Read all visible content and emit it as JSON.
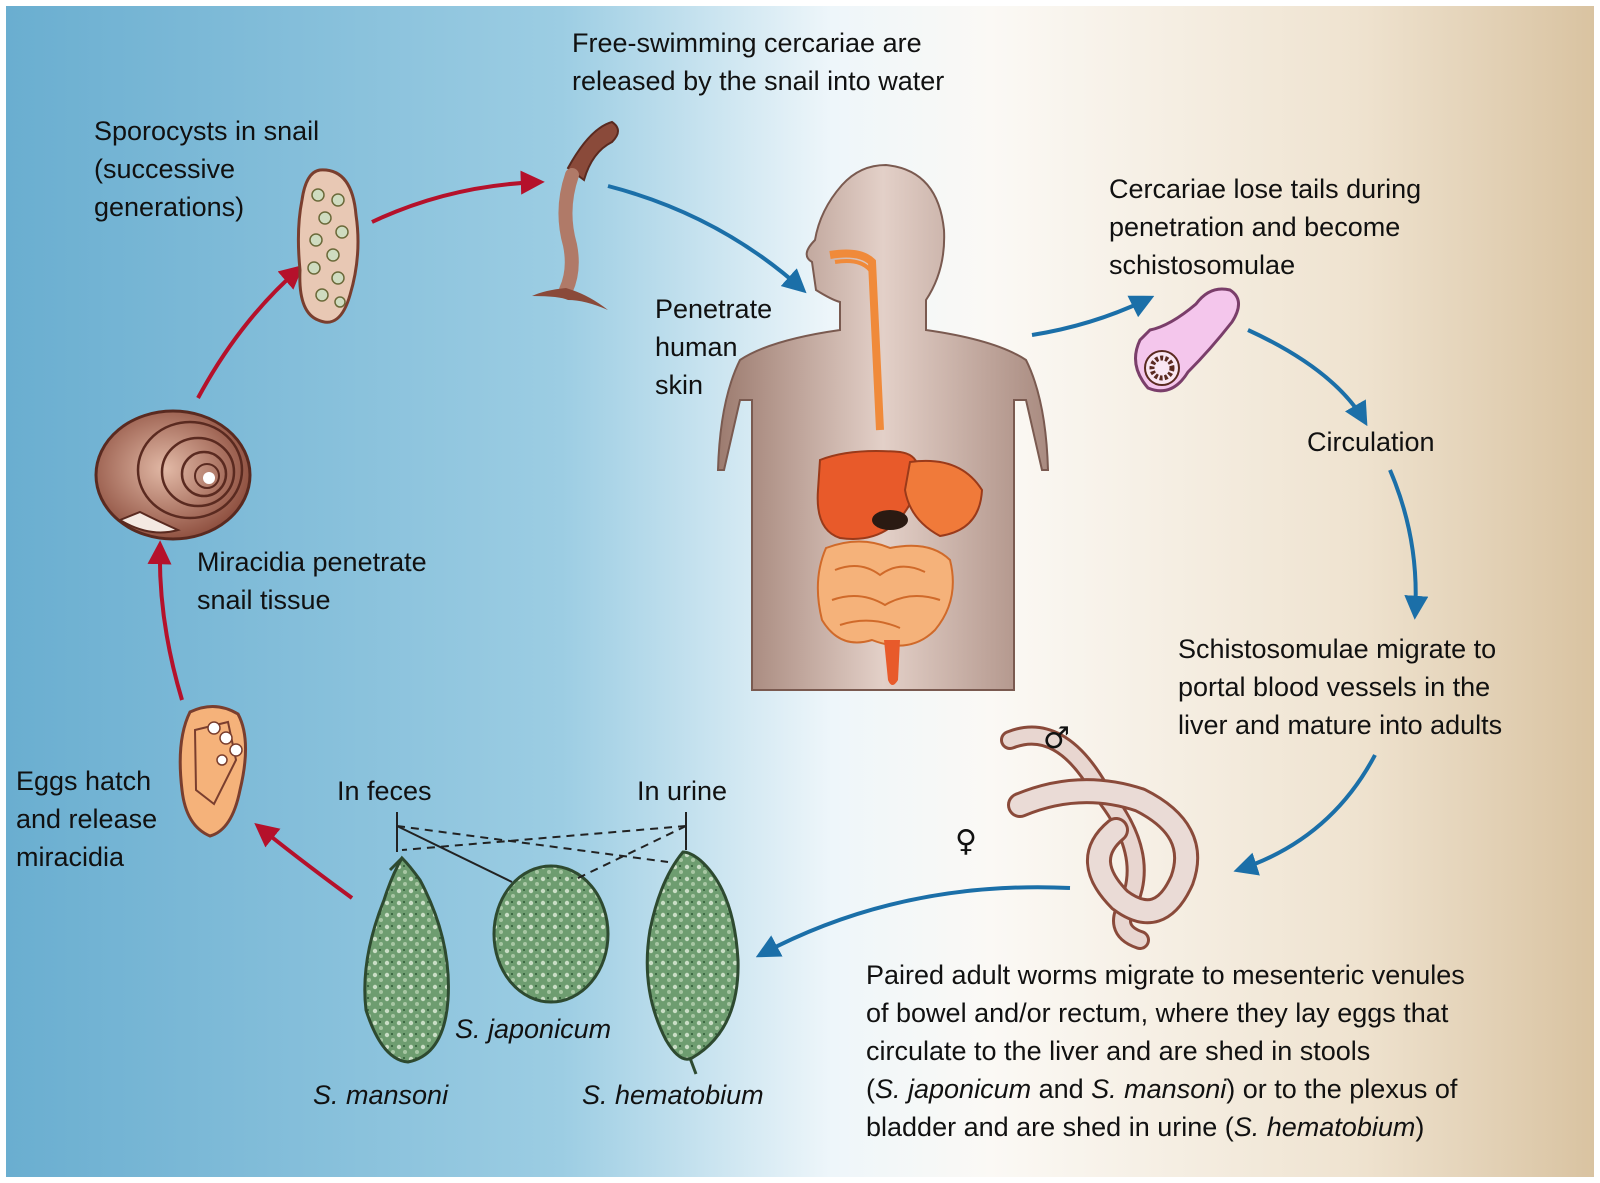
{
  "diagram": {
    "labels": {
      "cercariae_release": "Free-swimming cercariae are\nreleased by the snail into water",
      "sporocysts": "Sporocysts in snail\n(successive\ngenerations)",
      "penetrate_skin": "Penetrate\nhuman\nskin",
      "lose_tails": "Cercariae lose tails during\npenetration and become\nschistosomulae",
      "circulation": "Circulation",
      "migrate_portal": "Schistosomulae migrate to\nportal blood vessels in the\nliver and mature into adults",
      "miracidia_snail": "Miracidia penetrate\nsnail tissue",
      "eggs_hatch": "Eggs hatch\nand release\nmiracidia",
      "in_feces": "In feces",
      "in_urine": "In urine",
      "japonicum": "S. japonicum",
      "mansoni": "S. mansoni",
      "hematobium": "S. hematobium",
      "paired_adults": {
        "line1": "Paired adult worms migrate to mesenteric venules",
        "line2": "of bowel and/or rectum, where they lay eggs that",
        "line3": "circulate to the liver and are shed in stools",
        "line4_sp1": "S. japonicum",
        "line4_and": " and ",
        "line4_sp2": "S. mansoni",
        "line4_end": ") or to the plexus of",
        "line5_start": "bladder and are shed in urine (",
        "line5_sp": "S. hematobium",
        "line5_end": ")"
      },
      "male_symbol": "♂",
      "female_symbol": "♀"
    },
    "colors": {
      "snail_phase_arrow": "#b5112b",
      "human_phase_arrow": "#1b6fa8",
      "background_left": "#6aaed0",
      "background_mid": "#eef6fa",
      "background_right": "#d9c3a1"
    }
  }
}
